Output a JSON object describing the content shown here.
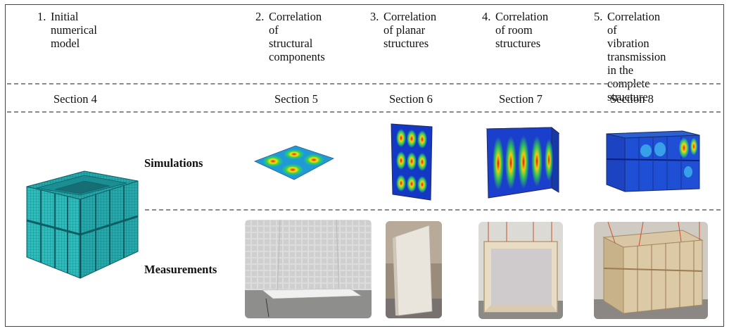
{
  "steps": [
    {
      "num": "1.",
      "lines": [
        "Initial",
        "numerical",
        "model"
      ]
    },
    {
      "num": "2.",
      "lines": [
        "Correlation",
        "of structural",
        "components"
      ]
    },
    {
      "num": "3.",
      "lines": [
        "Correlation",
        "of planar",
        "structures"
      ]
    },
    {
      "num": "4.",
      "lines": [
        "Correlation",
        "of room",
        "structures"
      ]
    },
    {
      "num": "5.",
      "lines": [
        "Correlation of",
        "vibration",
        "transmission in the",
        "complete structure"
      ]
    }
  ],
  "sections": [
    "Section 4",
    "Section 5",
    "Section 6",
    "Section 7",
    "Section 8"
  ],
  "rows": {
    "simulations": "Simulations",
    "measurements": "Measurements"
  },
  "colors": {
    "mesh": "#2ab7b7",
    "meshDark": "#147e84",
    "fieldHigh": "#e01010",
    "fieldLow": "#1030c8",
    "frame": "#444444"
  },
  "images": {
    "model": "initial-numerical-model-mesh",
    "sim": [
      "plate-mode-shape",
      "panel-mode-shape",
      "room-mode-shape",
      "complete-structure-mode-shape"
    ],
    "meas": [
      "plate-measurement-photo",
      "panel-measurement-photo",
      "room-measurement-photo",
      "complete-structure-measurement-photo"
    ]
  }
}
